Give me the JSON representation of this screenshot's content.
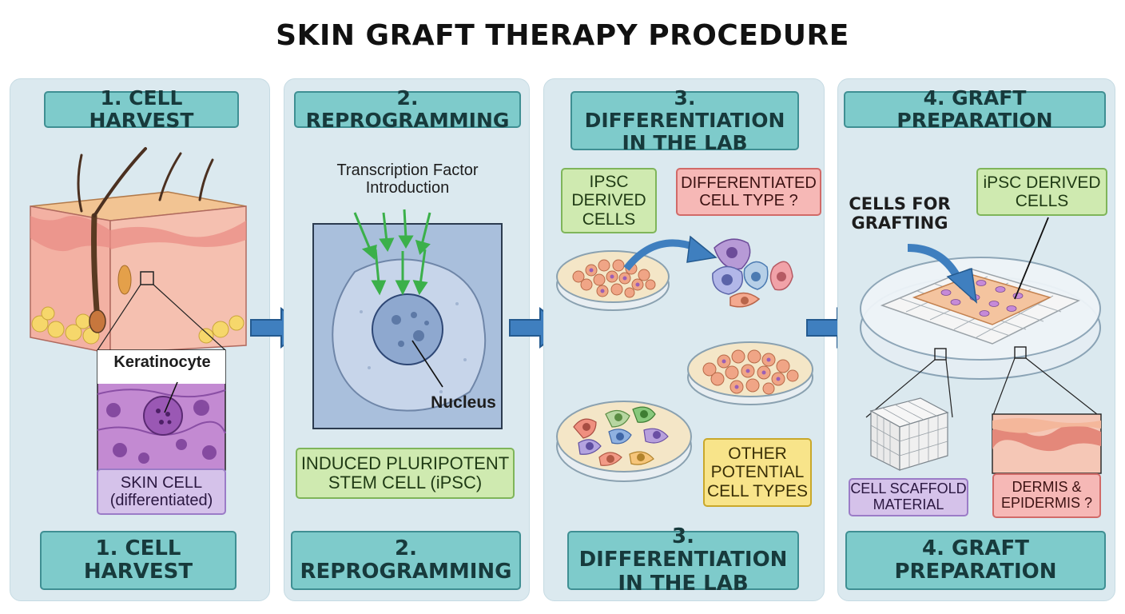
{
  "title": "SKIN GRAFT THERAPY PROCEDURE",
  "panels": [
    {
      "header": "1. CELL HARVEST",
      "footer": "1. CELL HARVEST",
      "labels": {
        "keratinocyte": "Keratinocyte",
        "skin_cell_line1": "SKIN CELL",
        "skin_cell_line2": "(differentiated)"
      }
    },
    {
      "header": "2. REPROGRAMMING",
      "footer": "2. REPROGRAMMING",
      "labels": {
        "tf_line1": "Transcription Factor",
        "tf_line2": "Introduction",
        "nucleus": "Nucleus",
        "ipsc_line1": "INDUCED PLURIPOTENT",
        "ipsc_line2": "STEM CELL (iPSC)"
      }
    },
    {
      "header_line1": "3. DIFFERENTIATION",
      "header_line2": "IN THE LAB",
      "footer_line1": "3. DIFFERENTIATION",
      "footer_line2": "IN THE LAB",
      "labels": {
        "ipsc_derived_1": "IPSC",
        "ipsc_derived_2": "DERIVED",
        "ipsc_derived_3": "CELLS",
        "diff_line1": "DIFFERENTIATED",
        "diff_line2": "CELL TYPE ?",
        "other_line1": "OTHER",
        "other_line2": "POTENTIAL",
        "other_line3": "CELL TYPES"
      }
    },
    {
      "header": "4. GRAFT PREPARATION",
      "footer": "4. GRAFT PREPARATION",
      "labels": {
        "cells_line1": "CELLS FOR",
        "cells_line2": "GRAFTING",
        "ipsc_line1": "iPSC DERIVED",
        "ipsc_line2": "CELLS",
        "scaffold_line1": "CELL SCAFFOLD",
        "scaffold_line2": "MATERIAL",
        "dermis_line1": "DERMIS &",
        "dermis_line2": "EPIDERMIS ?"
      }
    }
  ],
  "colors": {
    "panel_bg": "#dbe9ef",
    "header_bg": "#7ecbcb",
    "arrow": "#3f7fbf",
    "green_arrow": "#3bb04a",
    "green_label": "#cfeab0",
    "red_label": "#f6b8b6",
    "purple_label": "#d5c2ea",
    "yellow_label": "#f8e48a"
  },
  "icons": [
    "skin-block-illustration",
    "keratinocyte-micrograph",
    "stem-cell-micrograph",
    "petri-dish-icon",
    "scaffold-dish-illustration",
    "flow-arrow-icon"
  ]
}
